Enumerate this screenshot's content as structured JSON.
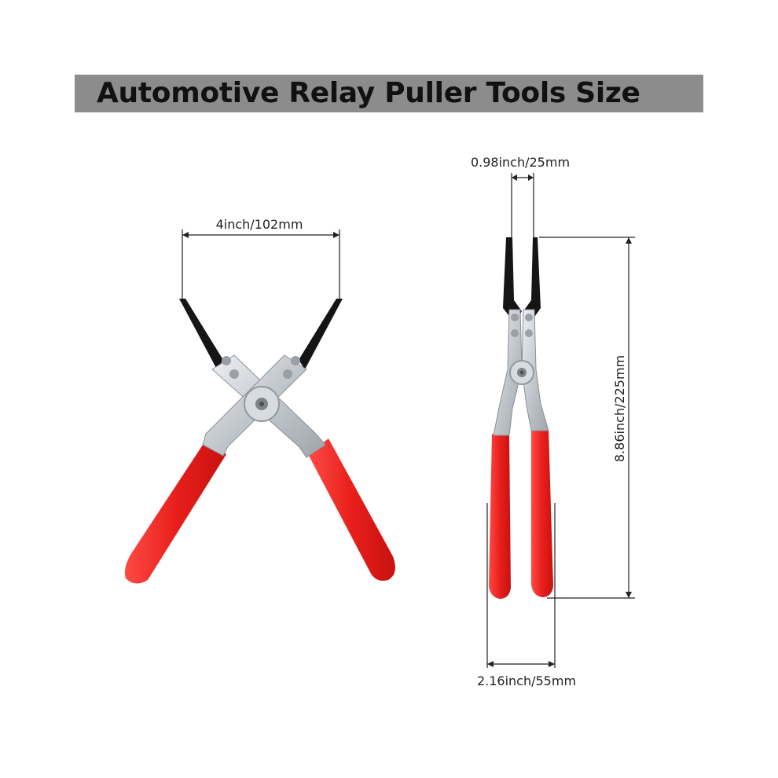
{
  "title": "Automotive Relay Puller Tools Size",
  "dimensions": {
    "open_width": "4inch/102mm",
    "tip_width": "0.98inch/25mm",
    "length": "8.86inch/225mm",
    "handle_width": "2.16inch/55mm"
  },
  "colors": {
    "title_bar": "#8c8c8c",
    "handle_red": "#e8201e",
    "metal": "#c9cdd2",
    "jaw_black": "#151515"
  }
}
